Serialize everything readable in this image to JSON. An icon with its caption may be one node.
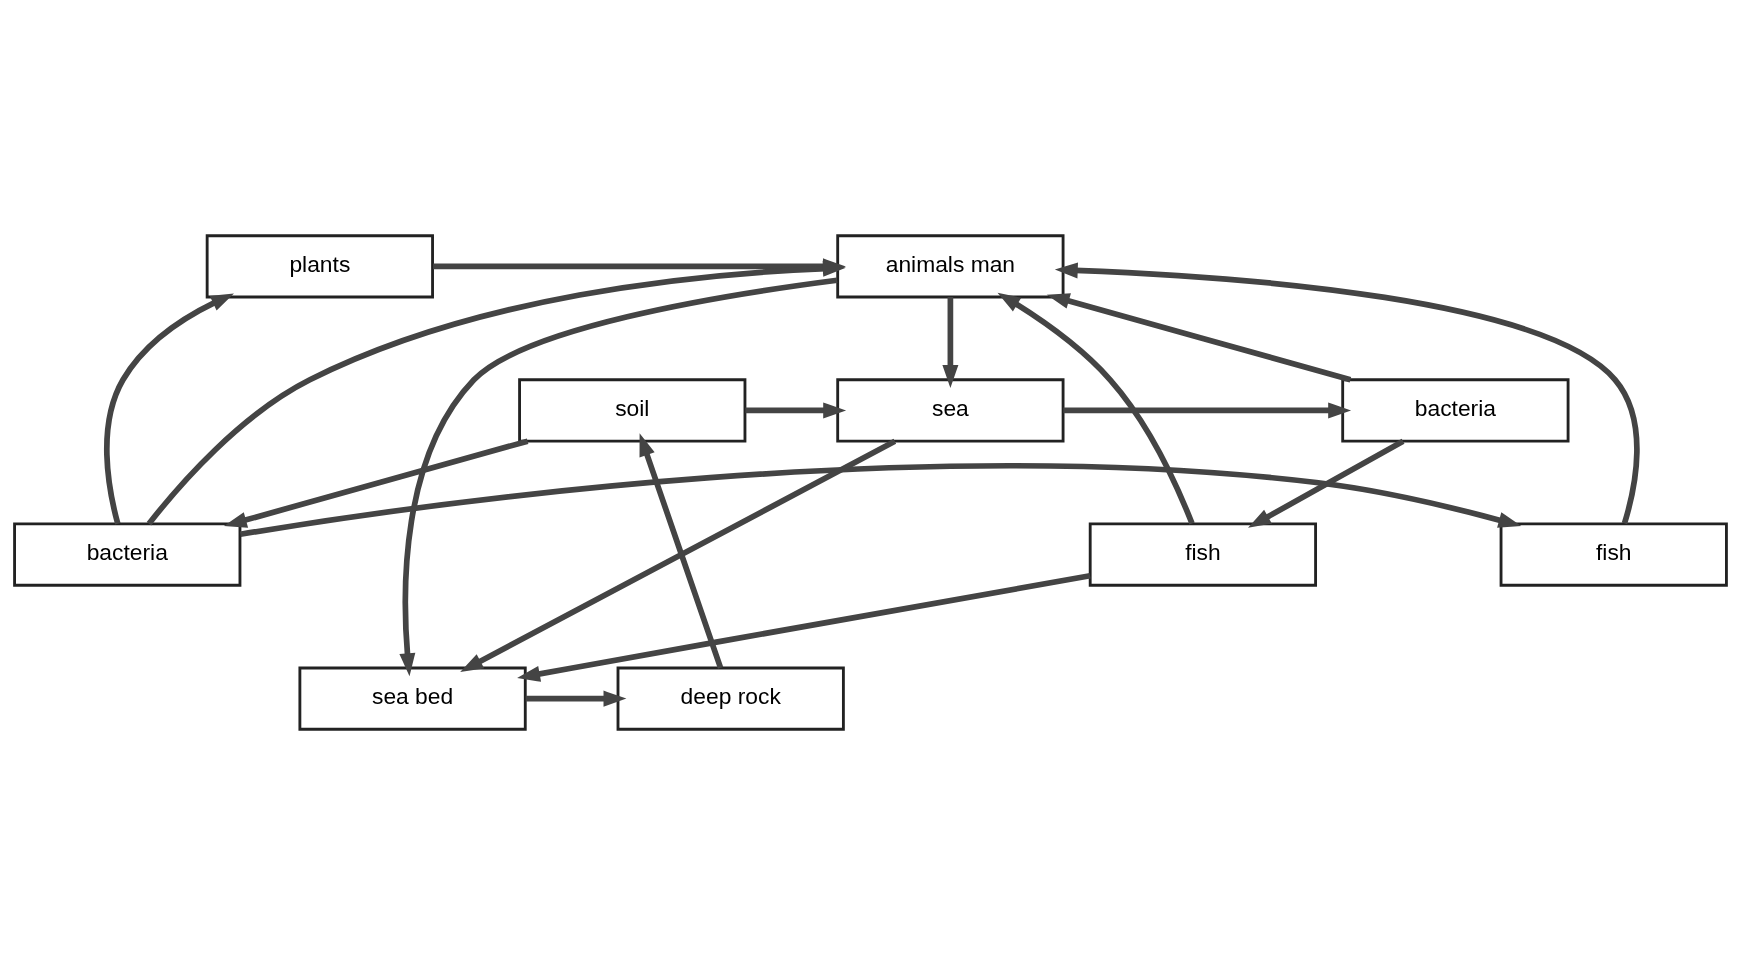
{
  "diagram": {
    "nodes": [
      {
        "text": [
          "plants"
        ]
      },
      {
        "text": [
          "animals man"
        ]
      },
      {
        "text": [
          "bacteria"
        ]
      },
      {
        "text": [
          "fish"
        ]
      },
      {
        "text": [
          "soil"
        ]
      },
      {
        "text": [
          "sea"
        ]
      },
      {
        "text": [
          "bacteria"
        ]
      },
      {
        "text": [
          "fish"
        ]
      },
      {
        "text": [
          "deep rock"
        ]
      },
      {
        "text": [
          "sea bed"
        ]
      }
    ],
    "edges": [
      {
        "from": 2,
        "to": 0,
        "arrow": "to"
      },
      {
        "from": 0,
        "to": 1,
        "arrow": "to"
      },
      {
        "from": 2,
        "to": 1,
        "arrow": "to"
      },
      {
        "from": 2,
        "to": 3,
        "arrow": "to"
      },
      {
        "from": 3,
        "to": 1,
        "arrow": "to"
      },
      {
        "from": 1,
        "to": 5,
        "arrow": "to"
      },
      {
        "from": 6,
        "to": 1,
        "arrow": "to"
      },
      {
        "from": 7,
        "to": 1,
        "arrow": "to"
      },
      {
        "from": 1,
        "to": 9,
        "arrow": "to"
      },
      {
        "from": 4,
        "to": 2,
        "arrow": "to"
      },
      {
        "from": 4,
        "to": 5,
        "arrow": "to"
      },
      {
        "from": 5,
        "to": 6,
        "arrow": "to"
      },
      {
        "from": 6,
        "to": 7,
        "arrow": "to"
      },
      {
        "from": 5,
        "to": 9,
        "arrow": "to"
      },
      {
        "from": 7,
        "to": 9,
        "arrow": "to"
      },
      {
        "from": 9,
        "to": 8,
        "arrow": "to"
      },
      {
        "from": 8,
        "to": 4,
        "arrow": "to"
      }
    ]
  }
}
